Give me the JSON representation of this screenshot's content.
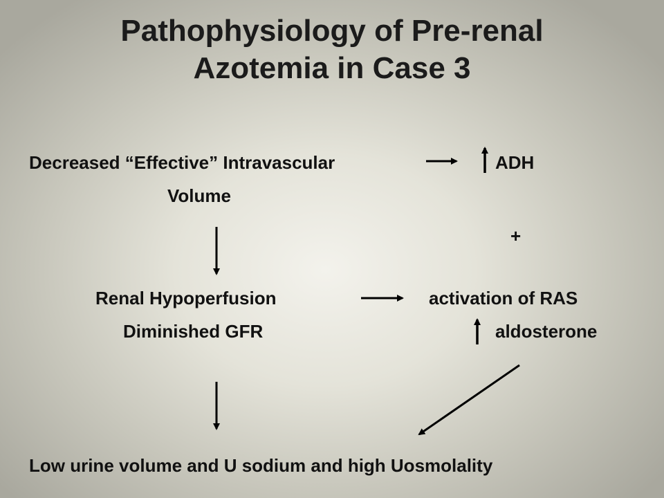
{
  "title": {
    "line1": "Pathophysiology of Pre-renal",
    "line2": "Azotemia in Case 3"
  },
  "nodes": {
    "decreased_volume_line1": "Decreased “Effective” Intravascular",
    "decreased_volume_line2": "Volume",
    "adh": "ADH",
    "plus": "+",
    "renal_hypoperfusion": "Renal Hypoperfusion",
    "diminished_gfr": "Diminished GFR",
    "activation_ras": "activation of RAS",
    "aldosterone": "aldosterone",
    "outcome": "Low urine volume and U sodium and high Uosmolality"
  },
  "colors": {
    "text": "#111111",
    "arrow": "#000000"
  }
}
